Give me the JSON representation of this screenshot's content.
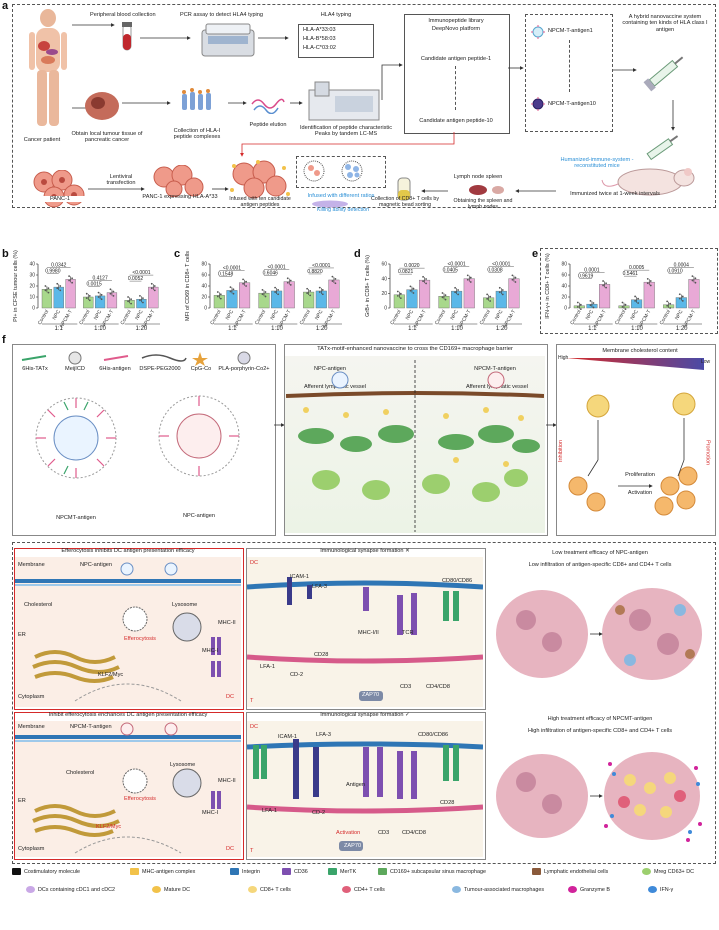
{
  "panels": {
    "a": "a",
    "b": "b",
    "c": "c",
    "d": "d",
    "e": "e",
    "f": "f"
  },
  "panel_a": {
    "cancer_patient": "Cancer patient",
    "peripheral_blood": "Peripheral blood collection",
    "pcr_assay": "PCR assay to detect HLA4 typing",
    "hla_typing_title": "HLA4 typing",
    "hla_alleles": [
      "HLA-A*33:03",
      "HLA-B*58:03",
      "HLA-C*03:02"
    ],
    "immunopeptide_library": "Immunopeptide library",
    "deepnovo": "DeepNovo platform",
    "candidate_1": "Candidate antigen peptide-1",
    "candidate_10": "Candidate antigen peptide-10",
    "npcmt_antigen1": "NPCM-T-antigen1",
    "npcmt_antigen10": "NPCM-T-antigen10",
    "hybrid_vaccine": "A hybrid nanovaccine system containing ten kinds of HLA class I antigen",
    "local_tumour": "Obtain local tumour tissue of pancreatic cancer",
    "collection_hla": "Collection of HLA-I peptide complexes",
    "peptide_elution": "Peptide elution",
    "identification": "Identification of peptide characteristic Peaks by tandem LC-MS",
    "humanized_mice": "Humanized-immune-system -reconstituted mice",
    "panc1": "PANC-1",
    "lentiviral": "Lentiviral transfection",
    "panc1_expressing": "PANC-1 expressing HLA-A*33",
    "infused_ten": "Infused with ten candidate antigen peptides",
    "infused_ratios": "Infused with different ratios",
    "killing": "Killing ability detection",
    "collection_cd8": "Collection of CD8+ T cells by magnetic bead sorting",
    "lymph_spleen": "Lymph node spleen",
    "obtaining": "Obtaining the spleen and lymph nodes",
    "immunized": "Immunized twice at 1-week intervals"
  },
  "chart_data": [
    {
      "type": "bar",
      "ylabel": "PI+ in CFSE tumour cells (%)",
      "ylim": [
        0,
        40
      ],
      "yticks": [
        0,
        10,
        20,
        30,
        40
      ],
      "groups": [
        "1:1",
        "1:10",
        "1:20"
      ],
      "categories": [
        "Control",
        "NPC",
        "NPCM-T"
      ],
      "values": [
        [
          17,
          19,
          26
        ],
        [
          10,
          11,
          14
        ],
        [
          7,
          8,
          19
        ]
      ],
      "pvalues": [
        "0.9980",
        "0.0342",
        "0.0015",
        "0.4127",
        "0.0052",
        "<0.0001"
      ]
    },
    {
      "type": "bar",
      "ylabel": "MFI of CD69 in CD8+ T cells",
      "ylim": [
        0,
        80
      ],
      "yticks": [
        0,
        20,
        40,
        60,
        80
      ],
      "groups": [
        "1:1",
        "1:10",
        "1:20"
      ],
      "categories": [
        "Control",
        "NPC",
        "NPCM-T"
      ],
      "values": [
        [
          23,
          32,
          46
        ],
        [
          27,
          31,
          48
        ],
        [
          29,
          31,
          51
        ]
      ],
      "pvalues": [
        "0.1548",
        "<0.0001",
        "0.6046",
        "<0.0001",
        "0.8820",
        "<0.0001"
      ]
    },
    {
      "type": "bar",
      "ylabel": "GrB+ in CD8+ T cells (%)",
      "ylim": [
        0,
        60
      ],
      "yticks": [
        0,
        20,
        40,
        60
      ],
      "groups": [
        "1:1",
        "1:10",
        "1:20"
      ],
      "categories": [
        "Control",
        "NPC",
        "NPCM-T"
      ],
      "values": [
        [
          18,
          25,
          38
        ],
        [
          16,
          23,
          40
        ],
        [
          14,
          23,
          40
        ]
      ],
      "pvalues": [
        "0.0821",
        "0.0020",
        "0.0405",
        "<0.0001",
        "0.0308",
        "<0.0001"
      ]
    },
    {
      "type": "bar",
      "ylabel": "IFN-γ+ in CD8+ T cells (%)",
      "ylim": [
        0,
        80
      ],
      "yticks": [
        0,
        20,
        40,
        60,
        80
      ],
      "groups": [
        "1:1",
        "1:10",
        "1:20"
      ],
      "categories": [
        "Control",
        "NPC",
        "NPCM-T"
      ],
      "values": [
        [
          4,
          7,
          43
        ],
        [
          4,
          15,
          47
        ],
        [
          6,
          19,
          52
        ]
      ],
      "pvalues": [
        "0.9619",
        "0.0001",
        "0.5461",
        "0.0005",
        "0.0910",
        "0.0004"
      ]
    }
  ],
  "panel_f": {
    "components": [
      "6His-TATx",
      "MeijICD",
      "6His-antigen",
      "DSPE-PEG2000",
      "CpG-Co",
      "PLA-porphyrin-Co2+"
    ],
    "npcmt_antigen": "NPCMT-antigen",
    "npc_antigen": "NPC-antigen",
    "tat_title": "TATx-motif-enhanced nanovaccine to cross the CD169+ macrophage barrier",
    "npc_antigen_top": "NPC-antigen",
    "npcmt_antigen_top": "NPCM-T-antigen",
    "afferent_1": "Afferent lymphatic vessel",
    "afferent_2": "Afferent lymphatic vessel",
    "membrane_cholesterol": "Membrane cholesterol content",
    "high": "High",
    "low": "Low",
    "inhibition": "Inhibition",
    "promotion": "Promotion",
    "proliferation": "Proliferation",
    "activation": "Activation",
    "efferocytosis_title": "Efferocytosis inhibits DC antigen presentation efficacy",
    "membrane": "Membrane",
    "npc_antigen_cell": "NPC-antigen",
    "cholesterol": "Cholesterol",
    "lysosome": "Lysosome",
    "mhcii": "MHC-II",
    "mhci": "MHC-I",
    "er": "ER",
    "efferocytosis": "Efferocytosis",
    "klf2": "KLF2/Myc",
    "cytoplasm": "Cytoplasm",
    "dc": "DC",
    "synapse_title_x": "Immunological synapse formation ✕",
    "icam1": "ICAM-1",
    "lfa3": "LFA-3",
    "cd80_86": "CD80/CD86",
    "mhc_i_ii": "MHC-I/II",
    "tcr": "TCR",
    "lfa1": "LFA-1",
    "cd2": "CD-2",
    "cd28": "CD28",
    "cd3": "CD3",
    "cd4_cd8": "CD4/CD8",
    "zap70": "ZAP70",
    "t": "T",
    "low_efficacy": "Low treatment efficacy of NPC-antigen",
    "low_infiltration": "Low infiltration of antigen-specific CD8+ and CD4+ T cells",
    "inhibit_title": "Inhibit efferocytosis enchances DC antigen presentation efficacy",
    "npcmt_antigen_cell": "NPCM-T-antigen",
    "synapse_title_ok": "Immunological synapse formation ✓",
    "antigen": "Antigen",
    "activation_red": "Activation",
    "high_efficacy": "High treatment efficacy of NPCMT-antigen",
    "high_infiltration": "High infiltration of antigen-specific CD8+ and CD4+ T cells"
  },
  "legend": [
    {
      "label": "Costimulatory molecule",
      "icon": "costim-icon"
    },
    {
      "label": "MHC-antigen complex",
      "icon": "mhc-complex-icon"
    },
    {
      "label": "Integrin",
      "icon": "integrin-icon"
    },
    {
      "label": "CD36",
      "icon": "cd36-icon"
    },
    {
      "label": "MerTK",
      "icon": "mertk-icon"
    },
    {
      "label": "CD169+ subcapsular sinus macrophage",
      "icon": "macrophage-icon"
    },
    {
      "label": "Lymphatic endothelial cells",
      "icon": "lymphatic-icon"
    },
    {
      "label": "Mreg CD63+ DC",
      "icon": "mreg-dc-icon"
    },
    {
      "label": "DCs containing cDC1 and cDC2",
      "icon": "dc-icon"
    },
    {
      "label": "Mature DC",
      "icon": "mature-dc-icon"
    },
    {
      "label": "CD8+ T cells",
      "icon": "cd8-icon"
    },
    {
      "label": "CD4+ T cells",
      "icon": "cd4-icon"
    },
    {
      "label": "Tumour-associated macrophages",
      "icon": "tam-icon"
    },
    {
      "label": "Granzyme B",
      "icon": "granzyme-icon"
    },
    {
      "label": "IFN-γ",
      "icon": "ifn-icon"
    }
  ],
  "colors": {
    "npcmt": "#e8a9d6",
    "npc": "#5bb8e8",
    "control": "#a8d88c",
    "accent_red": "#d52a2a",
    "accent_blue": "#2a8fd6"
  }
}
